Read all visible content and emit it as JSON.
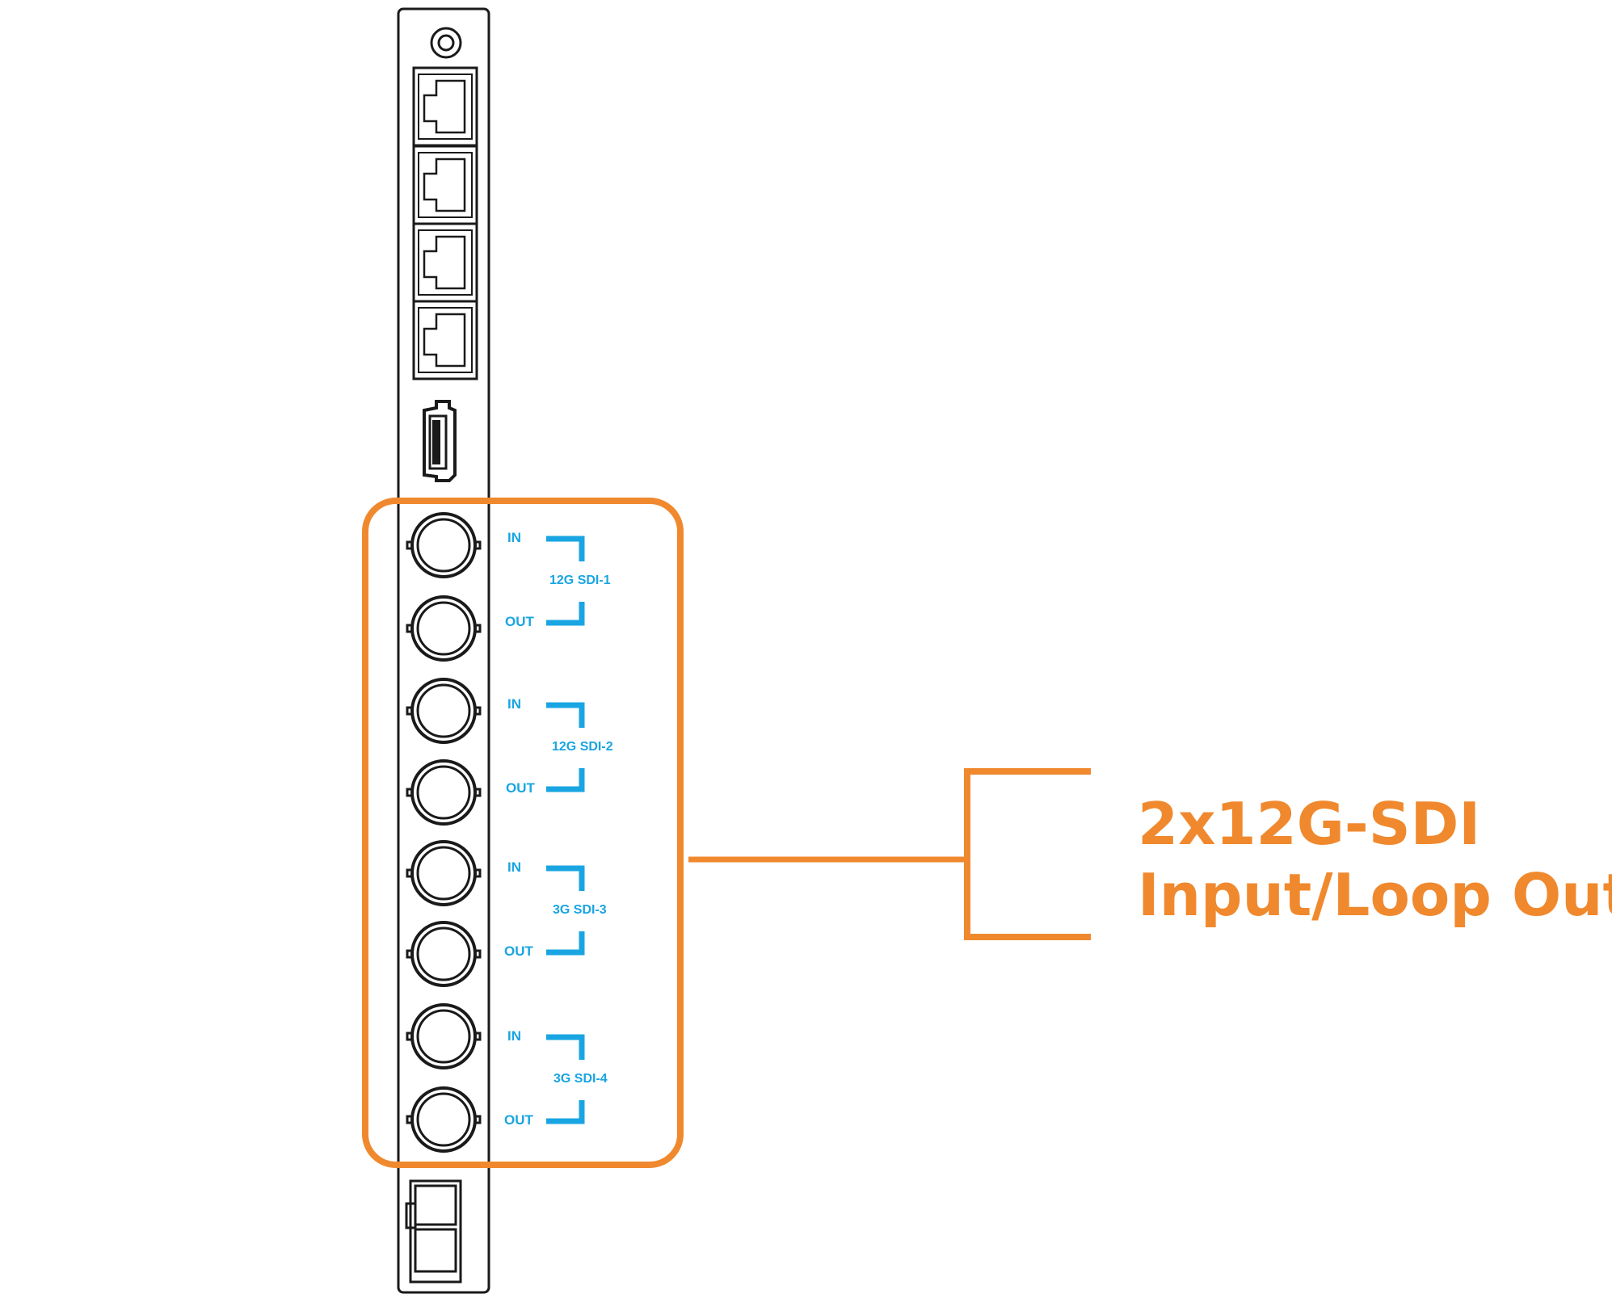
{
  "colors": {
    "outline": "#1a1a1a",
    "accent": "#f0892e",
    "label_blue": "#19a5e2",
    "background": "#ffffff"
  },
  "panel": {
    "top_connector_icon": "round-jack-icon",
    "rj45_ports": [
      {
        "name": "rj45-port-1",
        "icon": "ethernet-port-icon"
      },
      {
        "name": "rj45-port-2",
        "icon": "ethernet-port-icon"
      },
      {
        "name": "rj45-port-3",
        "icon": "ethernet-port-icon"
      },
      {
        "name": "rj45-port-4",
        "icon": "ethernet-port-icon"
      }
    ],
    "hdmi_icon": "hdmi-port-icon",
    "sfp_icon": "sfp-cage-icon",
    "sdi_groups": [
      {
        "in_label": "IN",
        "out_label": "OUT",
        "name": "12G SDI-1"
      },
      {
        "in_label": "IN",
        "out_label": "OUT",
        "name": "12G SDI-2"
      },
      {
        "in_label": "IN",
        "out_label": "OUT",
        "name": "3G SDI-3"
      },
      {
        "in_label": "IN",
        "out_label": "OUT",
        "name": "3G SDI-4"
      }
    ],
    "bnc_icon": "bnc-connector-icon"
  },
  "callout": {
    "line1": "2x12G-SDI",
    "line2": "Input/Loop Out"
  }
}
